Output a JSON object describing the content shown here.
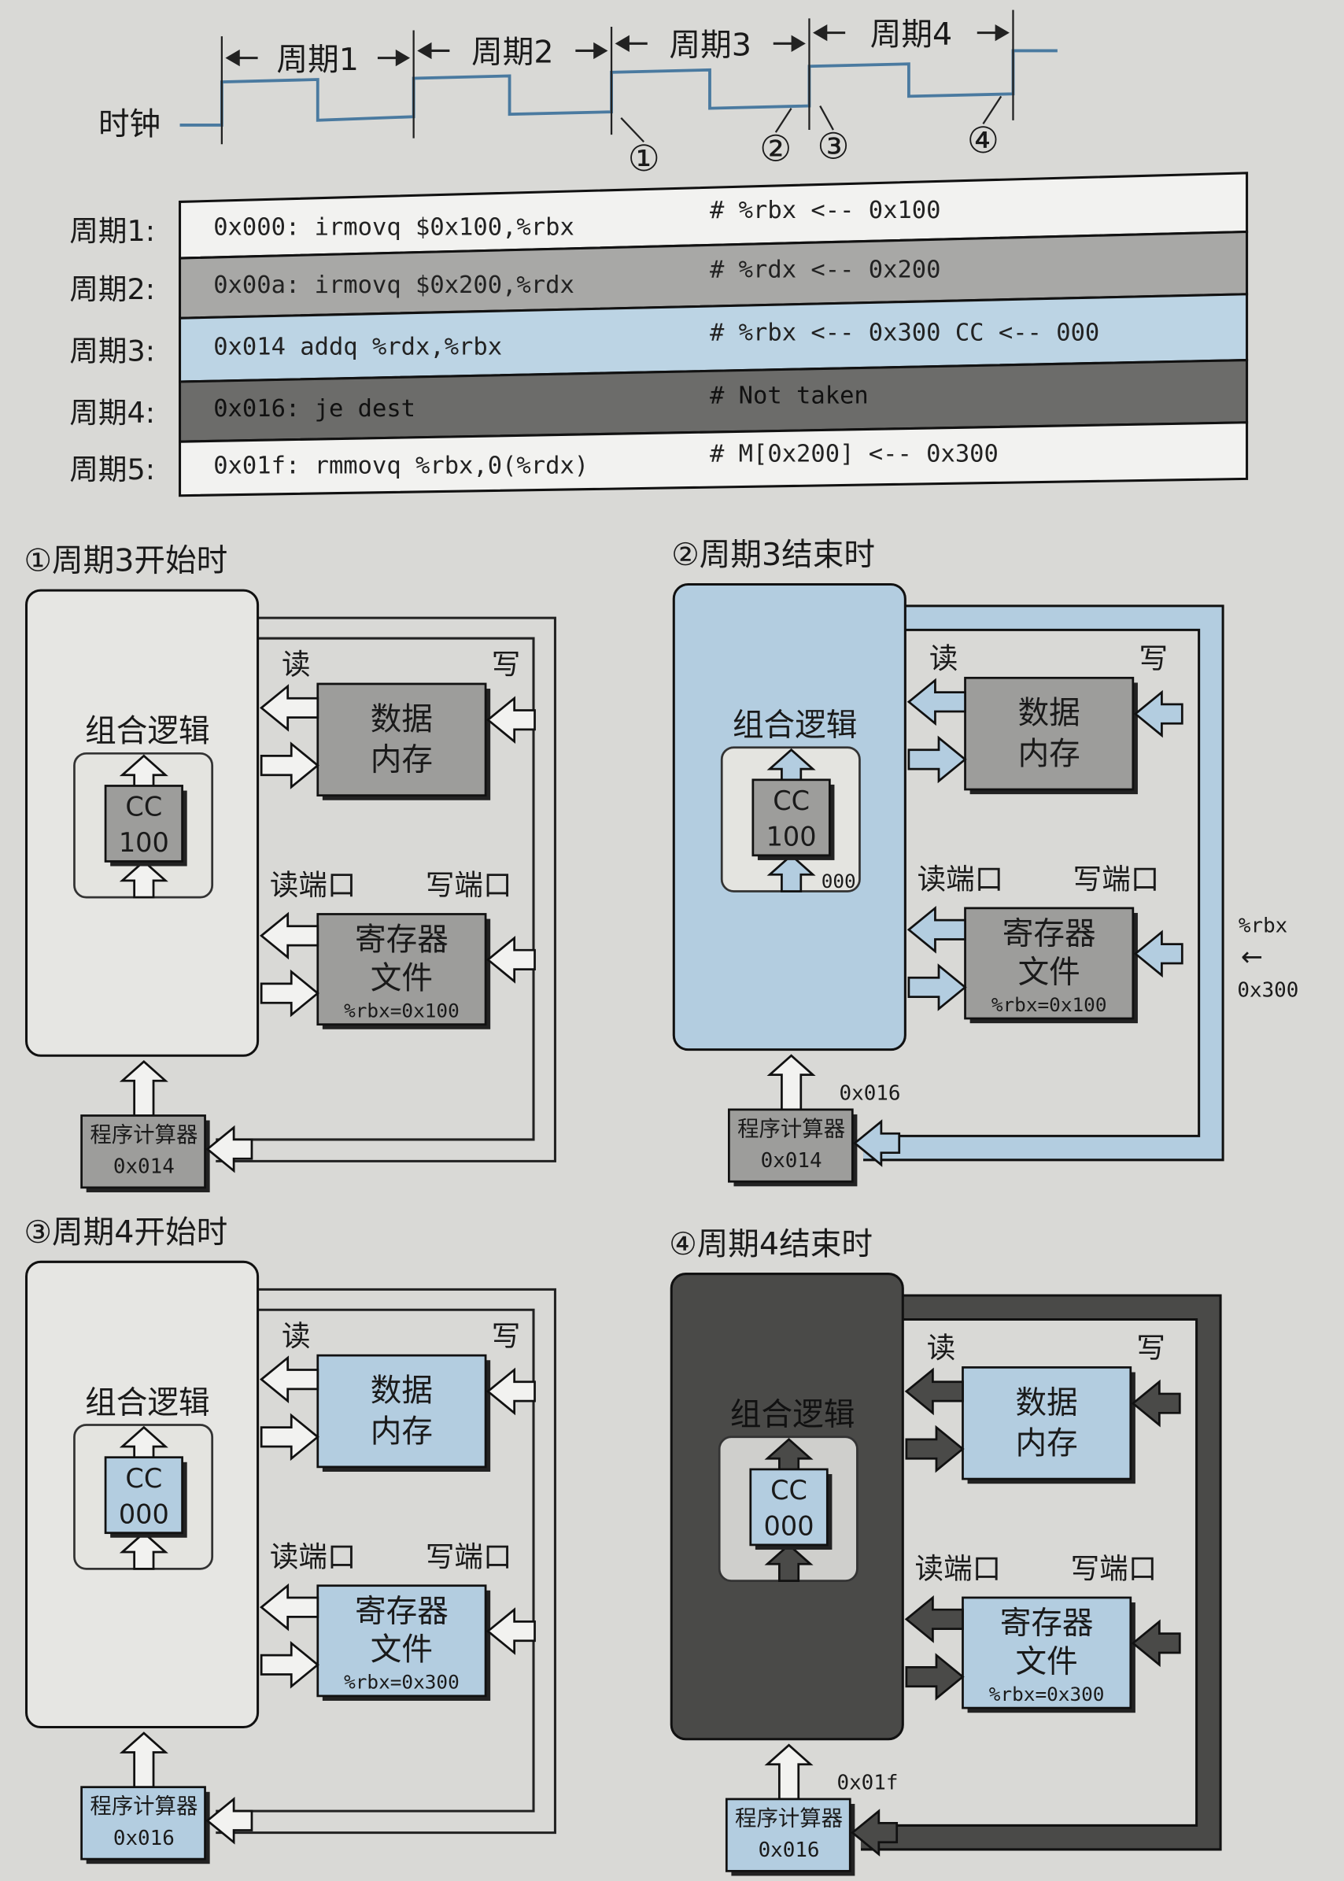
{
  "clock": {
    "label": "时钟",
    "periods": [
      "周期1",
      "周期2",
      "周期3",
      "周期4"
    ],
    "markers": [
      "①",
      "②",
      "③",
      "④"
    ]
  },
  "code_table": {
    "rows": [
      {
        "label": "周期1:",
        "code": "0x000: irmovq $0x100,%rbx",
        "comment": "# %rbx <-- 0x100",
        "color": "#f2f2f0"
      },
      {
        "label": "周期2:",
        "code": "0x00a: irmovq $0x200,%rdx",
        "comment": "# %rdx <-- 0x200",
        "color": "#a8a8a6"
      },
      {
        "label": "周期3:",
        "code": "0x014  addq %rdx,%rbx",
        "comment": "# %rbx <-- 0x300 CC <-- 000",
        "color": "#bcd4e4"
      },
      {
        "label": "周期4:",
        "code": "0x016: je dest",
        "comment": "# Not taken",
        "color": "#6c6c6a"
      },
      {
        "label": "周期5:",
        "code": "0x01f: rmmovq %rbx,0(%rdx)",
        "comment": "# M[0x200] <-- 0x300",
        "color": "#f2f2f0"
      }
    ]
  },
  "labels": {
    "combo": "组合逻辑",
    "cc": "CC",
    "mem_line1": "数据",
    "mem_line2": "内存",
    "reg_line1": "寄存器",
    "reg_line2": "文件",
    "read": "读",
    "write": "写",
    "read_port": "读端口",
    "write_port": "写端口",
    "pc": "程序计算器"
  },
  "colors": {
    "gray": "#9d9d9b",
    "blue": "#b3cde0",
    "dark": "#4a4a48",
    "light": "#e6e6e3"
  },
  "panels": [
    {
      "title": "①周期3开始时",
      "cc_value": "100",
      "reg_value": "%rbx=0x100",
      "pc_value": "0x014",
      "combo_fill": "light",
      "block_fill": "gray",
      "wire": "none",
      "next_pc": "",
      "cc_next": "",
      "reg_write": "",
      "reg_write_val": ""
    },
    {
      "title": "②周期3结束时",
      "cc_value": "100",
      "reg_value": "%rbx=0x100",
      "pc_value": "0x014",
      "combo_fill": "blue",
      "block_fill": "gray",
      "wire": "blue",
      "next_pc": "0x016",
      "cc_next": "000",
      "reg_write": "%rbx",
      "reg_write_val": "0x300"
    },
    {
      "title": "③周期4开始时",
      "cc_value": "000",
      "reg_value": "%rbx=0x300",
      "pc_value": "0x016",
      "combo_fill": "light",
      "block_fill": "blue",
      "wire": "none",
      "next_pc": "",
      "cc_next": "",
      "reg_write": "",
      "reg_write_val": ""
    },
    {
      "title": "④周期4结束时",
      "cc_value": "000",
      "reg_value": "%rbx=0x300",
      "pc_value": "0x016",
      "combo_fill": "dark",
      "block_fill": "blue",
      "wire": "dark",
      "next_pc": "0x01f",
      "cc_next": "",
      "reg_write": "",
      "reg_write_val": ""
    }
  ]
}
